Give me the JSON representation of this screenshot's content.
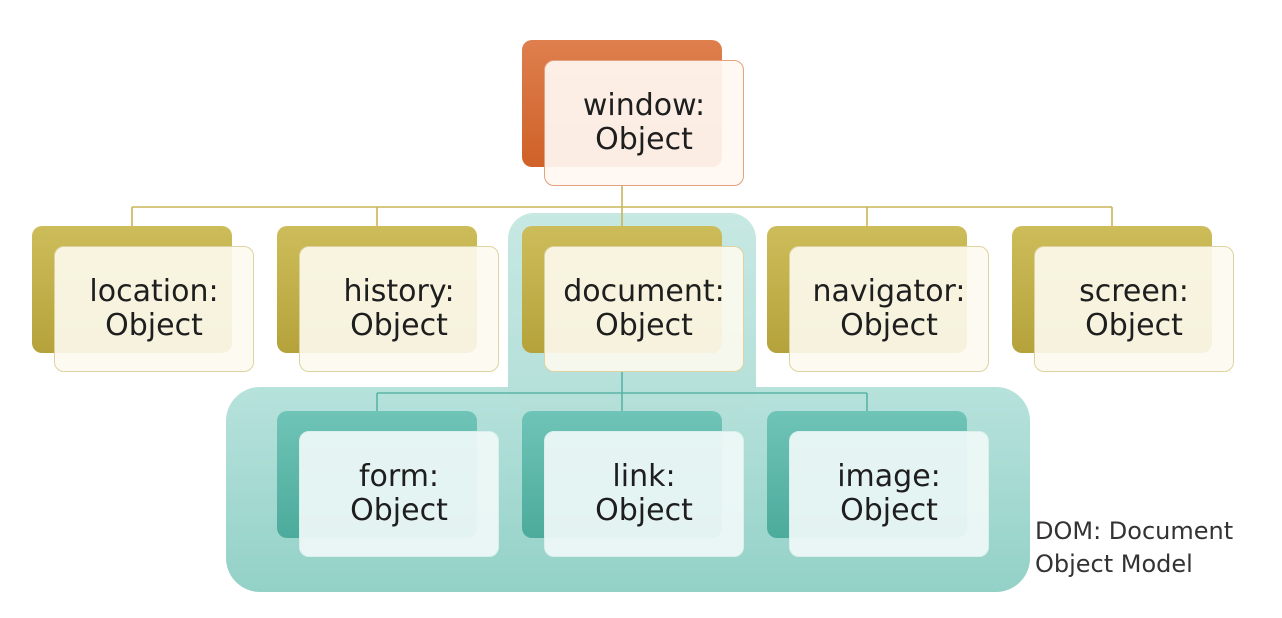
{
  "root": {
    "line1": "window:",
    "line2": "Object"
  },
  "level1": [
    {
      "line1": "location:",
      "line2": "Object"
    },
    {
      "line1": "history:",
      "line2": "Object"
    },
    {
      "line1": "document:",
      "line2": "Object"
    },
    {
      "line1": "navigator:",
      "line2": "Object"
    },
    {
      "line1": "screen:",
      "line2": "Object"
    }
  ],
  "level2": [
    {
      "line1": "form:",
      "line2": "Object"
    },
    {
      "line1": "link:",
      "line2": "Object"
    },
    {
      "line1": "image:",
      "line2": "Object"
    }
  ],
  "caption": {
    "line1": "DOM: Document",
    "line2": "Object Model"
  },
  "colors": {
    "root": "#d96d36",
    "level1": "#c2b04a",
    "level2": "#5ebaab",
    "dom_region": "#a6dad2",
    "connector_gold": "#c9b55a",
    "connector_teal": "#5bb3a6"
  }
}
